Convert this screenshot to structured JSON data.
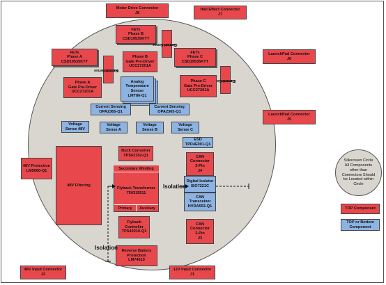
{
  "blocks": {
    "motor_drive_connector": [
      "Motor Drive Connector",
      "J8"
    ],
    "hall_effect_connector": [
      "Hall Effect Connector",
      "J7"
    ],
    "fets_phase_b": [
      "FETs",
      "Phase B",
      "CSD19535KTT"
    ],
    "fets_phase_a": [
      "FETs",
      "Phase A",
      "CSD19535KTT"
    ],
    "fets_phase_c": [
      "FETs",
      "Phase C",
      "CSD19535KTT"
    ],
    "phase_b_predriver": [
      "Phase B",
      "Gate Pre-Driver",
      "UCC27201A"
    ],
    "phase_a_predriver": [
      "Phase A",
      "Gate Pre-Driver",
      "UCC27201A"
    ],
    "phase_c_predriver": [
      "Phase C",
      "Gate Pre-Driver",
      "UCC27201A"
    ],
    "analog_temp_sensor": [
      "Analog",
      "Temperature",
      "Sensor",
      "LMT86-Q1"
    ],
    "current_sensing_1": [
      "Current Sensing",
      "OPA2365-Q1"
    ],
    "current_sensing_2": [
      "Current Sensing",
      "OPA2365-Q1"
    ],
    "voltage_sense_48v": [
      "Voltage",
      "Sense 48V"
    ],
    "voltage_sense_a": [
      "Voltage",
      "Sense A"
    ],
    "voltage_sense_b": [
      "Voltage",
      "Sense B"
    ],
    "voltage_sense_c": [
      "Voltage",
      "Sense C"
    ],
    "esd": [
      "ESD",
      "TPD4E001-Q1"
    ],
    "launchpad_j6": [
      "LaunchPad Connector",
      "J6"
    ],
    "launchpad_j5": [
      "LaunchPad Connector",
      "J5"
    ],
    "buck_converter": [
      "Buck Converter",
      "TPS62152-Q1"
    ],
    "protection_48v": [
      "48V Protection",
      "LM5060-Q1"
    ],
    "filtering_48v": [
      "48V Filtering"
    ],
    "secondary_winding": [
      "Secondary Winding"
    ],
    "flyback_transformer": [
      "Flyback Transformer",
      "750315511"
    ],
    "primary": [
      "Primary"
    ],
    "auxiliary": [
      "Auxiliary"
    ],
    "can_connector_j4": [
      "CAN",
      "Connector",
      "3-Pin",
      "J4"
    ],
    "digital_isolator": [
      "Digital Isolator",
      "ISO7221C"
    ],
    "can_transceiver": [
      "CAN",
      "Transceiver",
      "HVDA553-Q1"
    ],
    "can_connector_j3": [
      "CAN",
      "Connector",
      "2-Pin",
      "J3"
    ],
    "flyback_controller": [
      "Flyback",
      "Controller",
      "TPS40210-Q1"
    ],
    "reverse_battery": [
      "Reverse Battery",
      "Protection",
      "LM74610"
    ],
    "input_48v": [
      "48V Input Connector",
      "J2"
    ],
    "input_12v": [
      "12V Input Connector",
      "J1"
    ],
    "current_sense_resistor_a": [
      "Current Sense",
      "Resistor"
    ],
    "current_sense_resistor_b": [
      "Current Sense",
      "Resistor"
    ],
    "current_sense_resistor_c": [
      "Current Sense",
      "Resistor"
    ]
  },
  "isolation_labels": {
    "right": "Isolation",
    "bottom": "Isolation"
  },
  "legend": {
    "silkscreen_note": [
      "Silkscreen Circle",
      "All Components",
      "other than",
      "Connectors Should",
      "be Located within",
      "Circle"
    ],
    "top_component": "TOP Component",
    "top_or_bottom": [
      "TOP or Bottom",
      "Component"
    ]
  },
  "colors": {
    "top_component": "#e8474c",
    "top_or_bottom_component": "#8db3e2",
    "silkscreen_circle": "#d9d5cf"
  }
}
